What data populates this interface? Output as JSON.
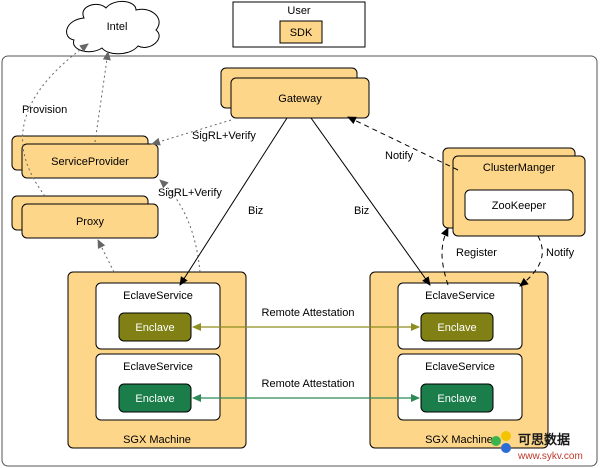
{
  "cloud": {
    "label": "Intel"
  },
  "user": {
    "label": "User",
    "sdk": "SDK"
  },
  "gateway": {
    "label": "Gateway"
  },
  "service_provider": {
    "label": "ServiceProvider"
  },
  "proxy": {
    "label": "Proxy"
  },
  "cluster": {
    "label": "ClusterManger",
    "zookeeper": "ZooKeeper"
  },
  "edges": {
    "provision": "Provision",
    "sigrl_verify_top": "SigRL+Verify",
    "sigrl_verify_bottom": "SigRL+Verify",
    "biz_left": "Biz",
    "biz_right": "Biz",
    "notify_top": "Notify",
    "register": "Register",
    "notify_bottom": "Notify",
    "remote_attestation_1": "Remote Attestation",
    "remote_attestation_2": "Remote Attestation"
  },
  "machines": {
    "left": {
      "label": "SGX Machine",
      "services": [
        {
          "label": "EclaveService",
          "enclave": "Enclave"
        },
        {
          "label": "EclaveService",
          "enclave": "Enclave"
        }
      ]
    },
    "right": {
      "label": "SGX Machine",
      "services": [
        {
          "label": "EclaveService",
          "enclave": "Enclave"
        },
        {
          "label": "EclaveService",
          "enclave": "Enclave"
        }
      ]
    }
  },
  "watermark": {
    "brand": "可思数据",
    "url": "www.sykv.com"
  },
  "colors": {
    "node_fill": "#fdd68a",
    "stroke": "#000000",
    "enclave_olive": "#808014",
    "enclave_green": "#1a7d4a",
    "edge_olive": "#8e8e1f",
    "edge_green": "#2e8b57"
  }
}
